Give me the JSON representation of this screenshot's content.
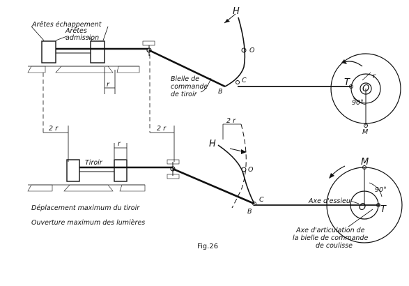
{
  "figure": {
    "caption": "Fig.26"
  },
  "top": {
    "edge_exhaust": "Arêtes échappement",
    "edge_admission_1": "Arêtes",
    "edge_admission_2": "admission",
    "rod_1": "Bielle de",
    "rod_2": "commande",
    "rod_3": "de tiroir",
    "r_small": "r",
    "r_eccentric": "r",
    "angle": "90°",
    "H": "H",
    "O": "O",
    "C": "C",
    "B": "B",
    "T": "T",
    "O2": "O",
    "M": "M"
  },
  "mid": {
    "two_r_left": "2 r",
    "two_r_mid": "2 r",
    "two_r_arc": "2 r"
  },
  "bottom": {
    "tiroir": "Tiroir",
    "r_small": "r",
    "H": "H",
    "O": "O",
    "C": "C",
    "B": "B",
    "M": "M",
    "O2": "O",
    "T": "T",
    "angle": "90°",
    "axle": "Axe d'essieu",
    "pivot_1": "Axe d'articulation de",
    "pivot_2": "la bielle de commande",
    "pivot_3": "de coulisse",
    "note_1": "Déplacement maximum du tiroir",
    "note_2": "Ouverture maximum des lumières"
  }
}
